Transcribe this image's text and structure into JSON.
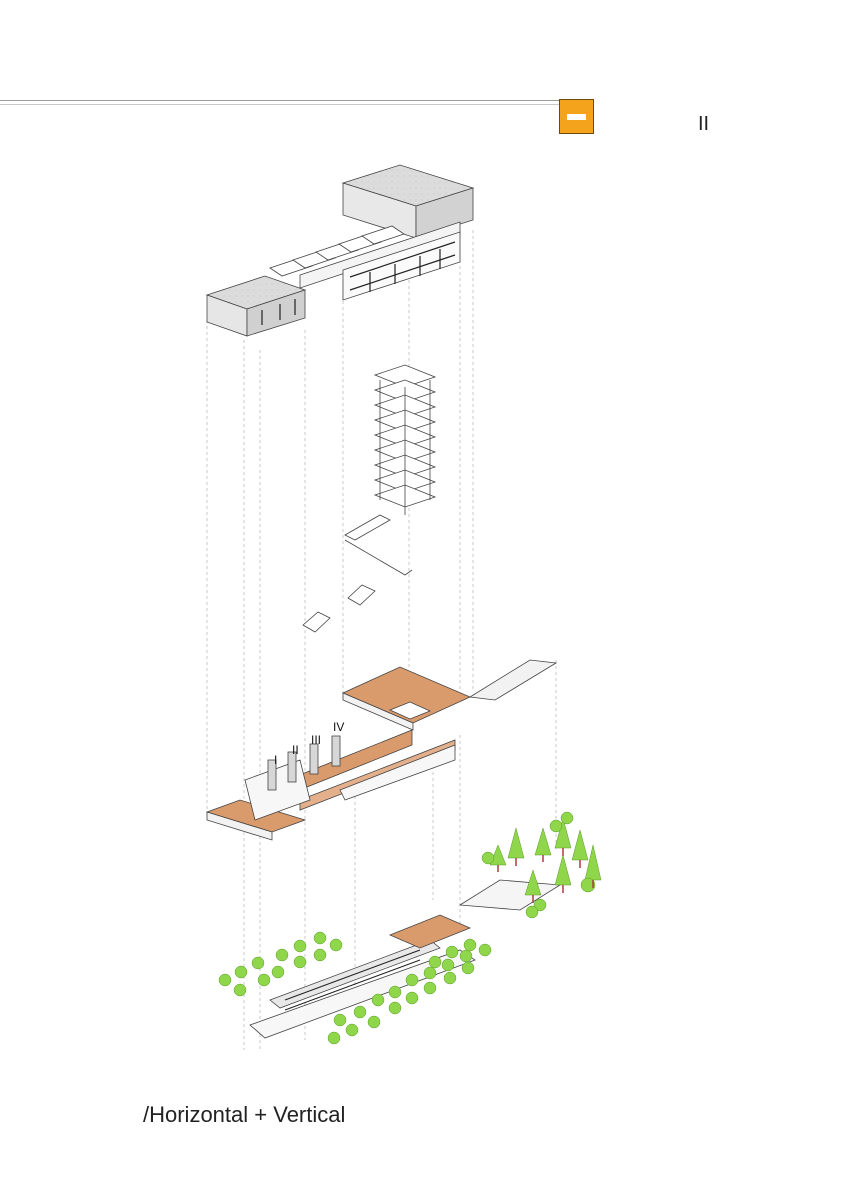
{
  "header": {
    "page_marker": "II",
    "badge_color": "#f4a41c"
  },
  "diagram": {
    "zone_labels": [
      "I",
      "II",
      "III",
      "IV"
    ],
    "floor_color": "#d99a6c",
    "tree_color": "#8fd64a",
    "trunk_color": "#b03a3a"
  },
  "footer": {
    "caption": "/Horizontal + Vertical"
  }
}
